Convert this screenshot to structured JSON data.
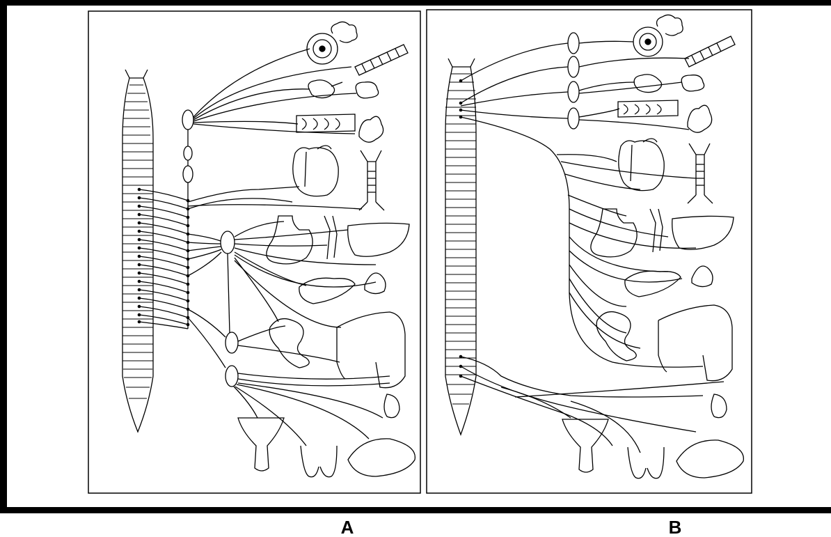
{
  "panels": [
    {
      "id": "A",
      "caption": "A",
      "ganglia": "paravertebral-and-prevertebral"
    },
    {
      "id": "B",
      "caption": "B",
      "ganglia": "terminal-near-organs"
    }
  ],
  "organs": [
    "eye-icon",
    "lacrimal-gland-icon",
    "salivary-gland-icon",
    "parotid-gland-icon",
    "heart-icon",
    "trachea-lungs-icon",
    "stomach-icon",
    "blood-vessel-icon",
    "liver-icon",
    "pancreas-icon",
    "adrenal-icon",
    "small-intestine-icon",
    "colon-icon",
    "kidney-icon",
    "uterus-icon",
    "testes-icon",
    "bladder-icon"
  ],
  "colors": {
    "line": "#000000",
    "background": "#ffffff",
    "frame": "#000000"
  }
}
